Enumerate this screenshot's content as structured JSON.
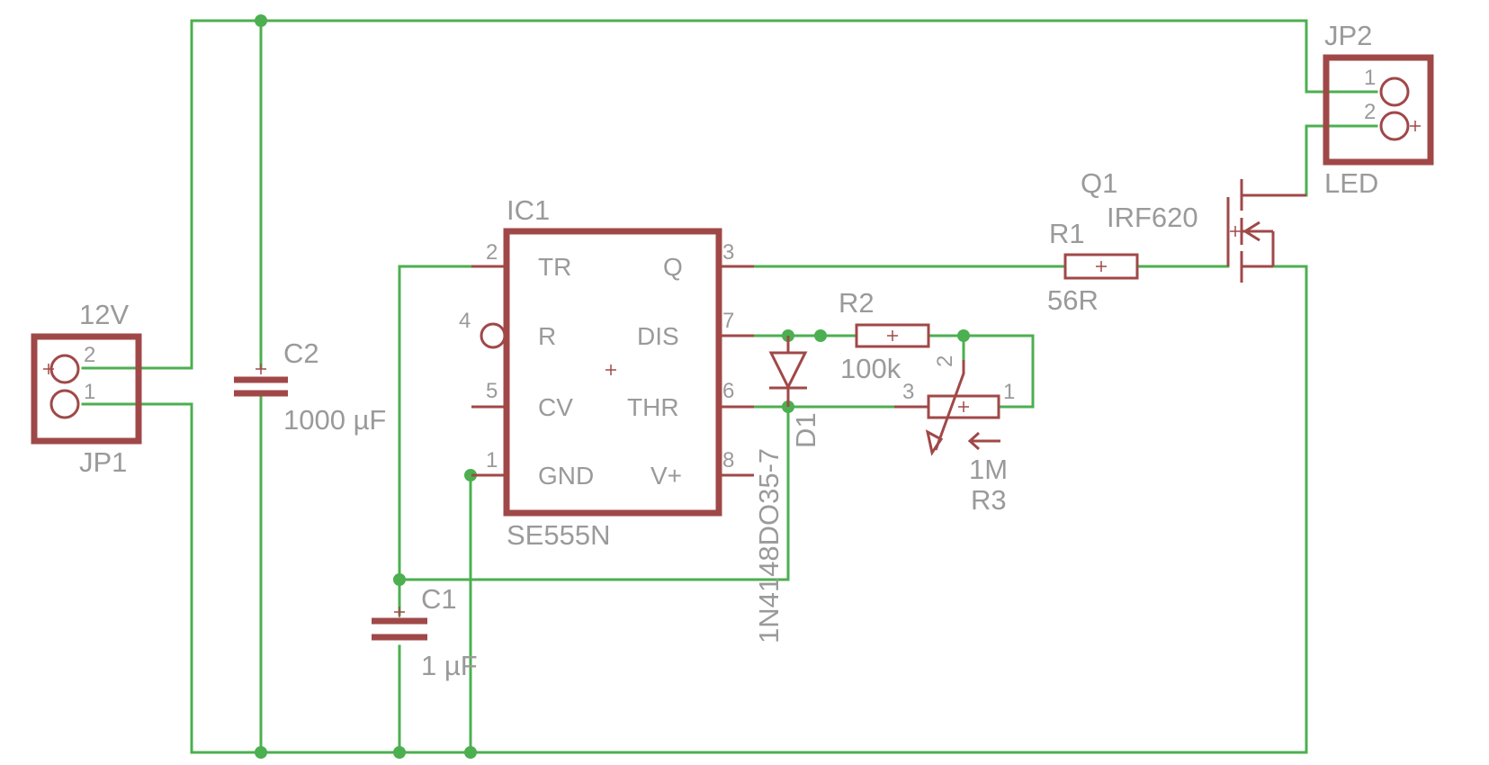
{
  "colors": {
    "wire": "#4caf50",
    "component": "#a04848",
    "label": "#9a9a9a",
    "background": "#ffffff"
  },
  "ic1": {
    "name": "IC1",
    "value": "SE555N",
    "pins": [
      {
        "num": "2",
        "label": "TR"
      },
      {
        "num": "4",
        "label": "R"
      },
      {
        "num": "5",
        "label": "CV"
      },
      {
        "num": "1",
        "label": "GND"
      },
      {
        "num": "3",
        "label": "Q"
      },
      {
        "num": "7",
        "label": "DIS"
      },
      {
        "num": "6",
        "label": "THR"
      },
      {
        "num": "8",
        "label": "V+"
      }
    ]
  },
  "jp1": {
    "name": "JP1",
    "value": "12V",
    "pins": [
      "2",
      "1"
    ]
  },
  "jp2": {
    "name": "JP2",
    "value": "LED",
    "pins": [
      "1",
      "2"
    ]
  },
  "c1": {
    "name": "C1",
    "value": "1 µF"
  },
  "c2": {
    "name": "C2",
    "value": "1000 µF"
  },
  "r1": {
    "name": "R1",
    "value": "56R"
  },
  "r2": {
    "name": "R2",
    "value": "100k"
  },
  "r3": {
    "name": "R3",
    "value": "1M",
    "pins": [
      "3",
      "2",
      "1"
    ]
  },
  "d1": {
    "name": "D1",
    "value": "1N4148DO35-7"
  },
  "q1": {
    "name": "Q1",
    "value": "IRF620"
  }
}
